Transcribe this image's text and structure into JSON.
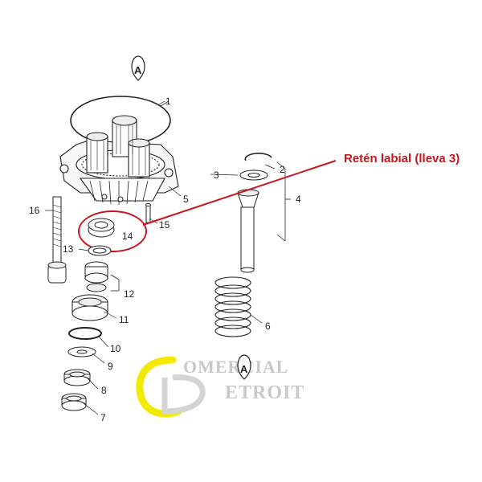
{
  "diagram": {
    "ref_marks": [
      "A",
      "A"
    ],
    "parts": [
      {
        "id": "p1",
        "num": "1"
      },
      {
        "id": "p2",
        "num": "2"
      },
      {
        "id": "p3",
        "num": "3"
      },
      {
        "id": "p4",
        "num": "4"
      },
      {
        "id": "p5",
        "num": "5"
      },
      {
        "id": "p6",
        "num": "6"
      },
      {
        "id": "p7",
        "num": "7"
      },
      {
        "id": "p8",
        "num": "8"
      },
      {
        "id": "p9",
        "num": "9"
      },
      {
        "id": "p10",
        "num": "10"
      },
      {
        "id": "p11",
        "num": "11"
      },
      {
        "id": "p12",
        "num": "12"
      },
      {
        "id": "p13",
        "num": "13"
      },
      {
        "id": "p14",
        "num": "14"
      },
      {
        "id": "p15",
        "num": "15"
      },
      {
        "id": "p16",
        "num": "16"
      }
    ],
    "callout": {
      "text": "Retén labial (lleva 3)",
      "color": "#c4161c"
    }
  },
  "watermark": {
    "line1": "OMERCIAL",
    "line2": "ETROIT",
    "accent_color": "#f2ea00",
    "text_color": "#c9c9c9"
  }
}
